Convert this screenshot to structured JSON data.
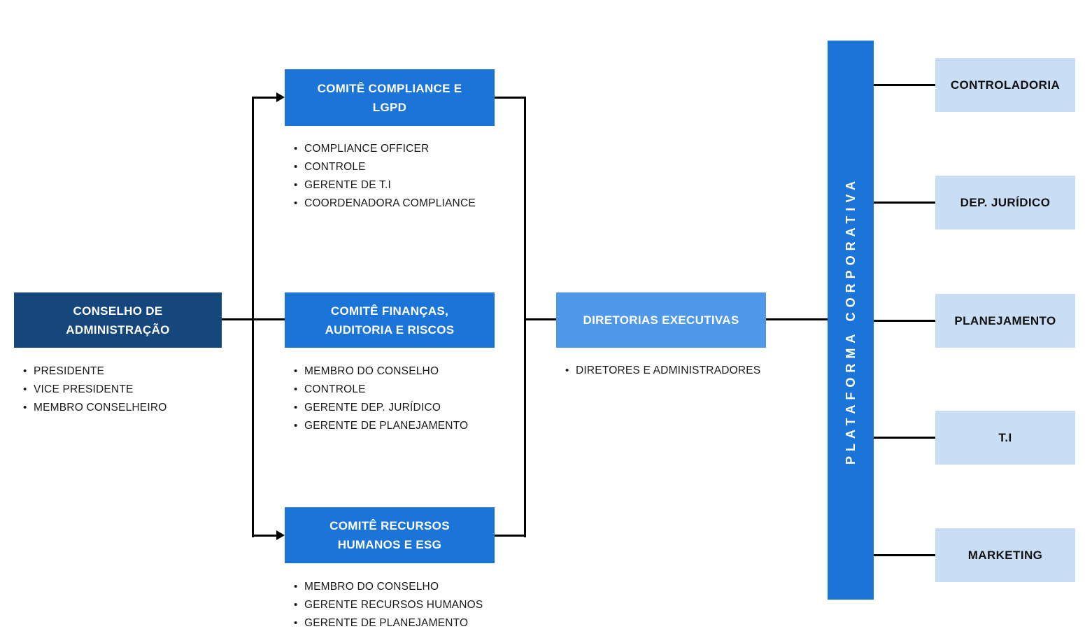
{
  "board": {
    "title_line1": "CONSELHO DE",
    "title_line2": "ADMINISTRAÇÃO",
    "members": [
      "PRESIDENTE",
      "VICE PRESIDENTE",
      "MEMBRO CONSELHEIRO"
    ]
  },
  "committees": [
    {
      "title_line1": "COMITÊ COMPLIANCE E",
      "title_line2": "LGPD",
      "members": [
        "COMPLIANCE OFFICER",
        "CONTROLE",
        "GERENTE DE T.I",
        "COORDENADORA COMPLIANCE"
      ]
    },
    {
      "title_line1": "COMITÊ FINANÇAS,",
      "title_line2": "AUDITORIA E RISCOS",
      "members": [
        "MEMBRO DO CONSELHO",
        "CONTROLE",
        "GERENTE DEP. JURÍDICO",
        "GERENTE DE PLANEJAMENTO"
      ]
    },
    {
      "title_line1": "COMITÊ RECURSOS",
      "title_line2": "HUMANOS E ESG",
      "members": [
        "MEMBRO DO CONSELHO",
        "GERENTE RECURSOS HUMANOS",
        "GERENTE DE PLANEJAMENTO"
      ]
    }
  ],
  "executive": {
    "title": "DIRETORIAS EXECUTIVAS",
    "members": [
      "DIRETORES E ADMINISTRADORES"
    ]
  },
  "platform": {
    "title": "PLATAFORMA CORPORATIVA"
  },
  "departments": [
    "CONTROLADORIA",
    "DEP. JURÍDICO",
    "PLANEJAMENTO",
    "T.I",
    "MARKETING"
  ],
  "colors": {
    "board_navy": "#15477D",
    "committee_blue": "#1B74D8",
    "executive_blue": "#4F97E8",
    "department_light_blue": "#C9DEF5",
    "connector_black": "#000000",
    "text_dark": "#111111",
    "text_white": "#FFFFFF"
  }
}
